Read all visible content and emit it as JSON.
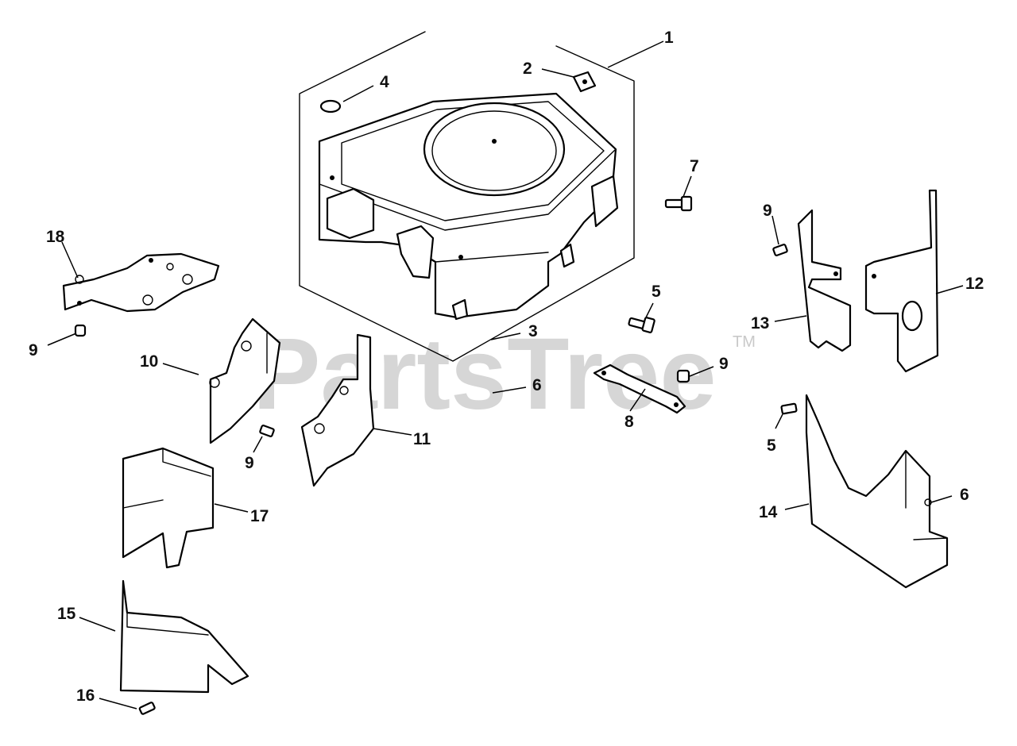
{
  "watermark": {
    "text": "PartsTree",
    "trademark": "TM"
  },
  "callouts": {
    "c1": "1",
    "c2": "2",
    "c3": "3",
    "c4": "4",
    "c5a": "5",
    "c5b": "5",
    "c6a": "6",
    "c6b": "6",
    "c7": "7",
    "c8": "8",
    "c9a": "9",
    "c9b": "9",
    "c9c": "9",
    "c9d": "9",
    "c10": "10",
    "c11": "11",
    "c12": "12",
    "c13": "13",
    "c14": "14",
    "c15": "15",
    "c16": "16",
    "c17": "17",
    "c18": "18"
  }
}
